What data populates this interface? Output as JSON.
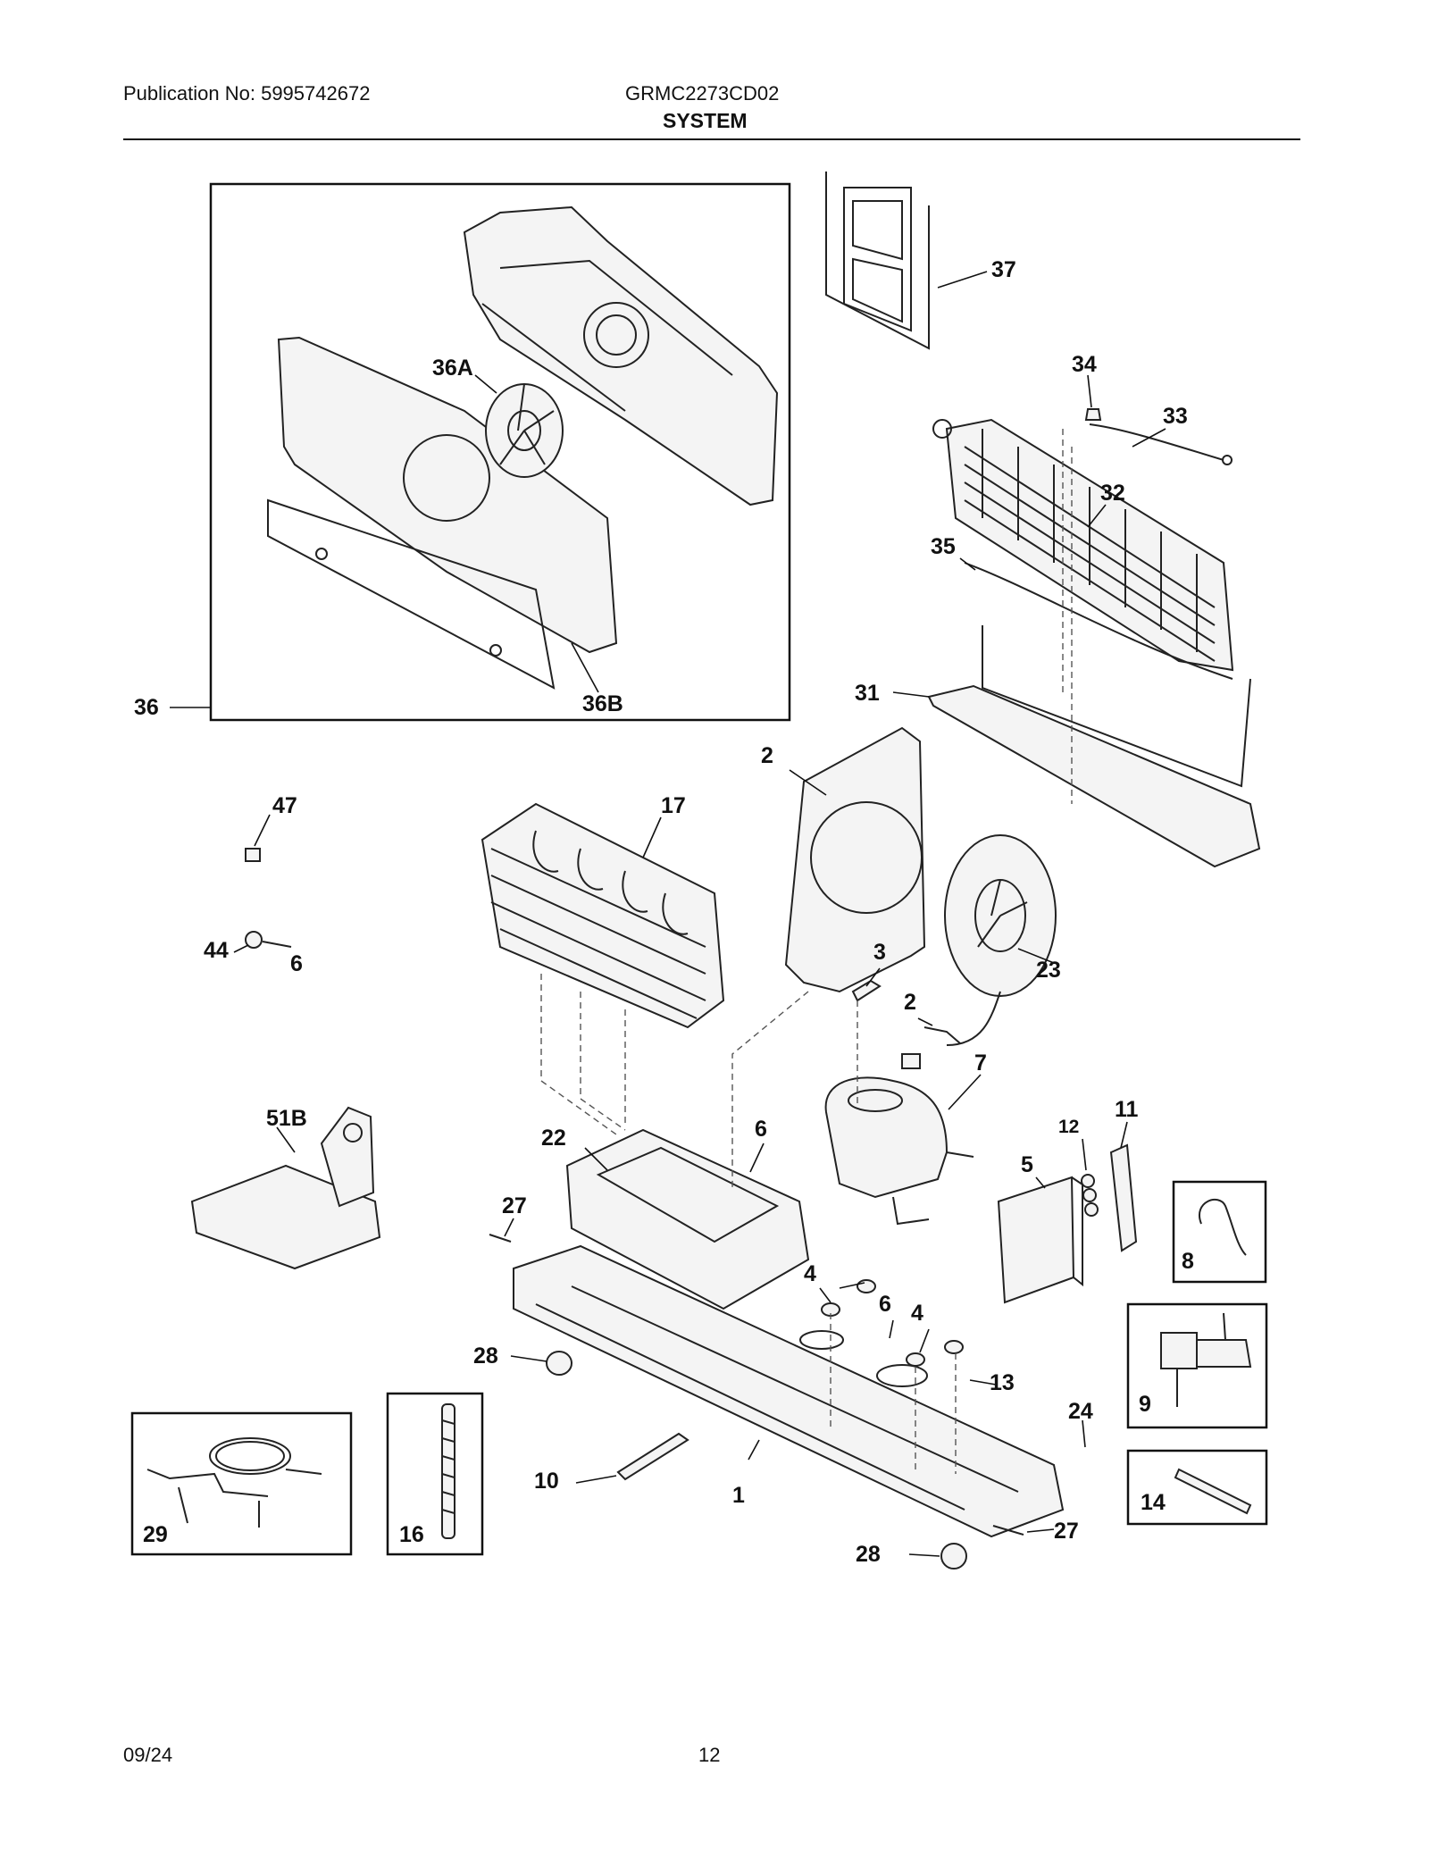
{
  "header": {
    "publication": "Publication No: 5995742672",
    "model": "GRMC2273CD02",
    "section": "SYSTEM"
  },
  "footer": {
    "date": "09/24",
    "page": "12"
  },
  "callouts": {
    "c1": "1",
    "c2a": "2",
    "c2b": "2",
    "c3": "3",
    "c4a": "4",
    "c4b": "4",
    "c5": "5",
    "c6a": "6",
    "c6b": "6",
    "c6c": "6",
    "c7": "7",
    "c8": "8",
    "c9": "9",
    "c10": "10",
    "c11": "11",
    "c12": "12",
    "c13": "13",
    "c14": "14",
    "c16": "16",
    "c17": "17",
    "c22": "22",
    "c23": "23",
    "c24": "24",
    "c27a": "27",
    "c27b": "27",
    "c28a": "28",
    "c28b": "28",
    "c29": "29",
    "c31": "31",
    "c32": "32",
    "c33": "33",
    "c34": "34",
    "c35": "35",
    "c36": "36",
    "c36A": "36A",
    "c36B": "36B",
    "c37": "37",
    "c44": "44",
    "c47": "47",
    "c51B": "51B"
  }
}
